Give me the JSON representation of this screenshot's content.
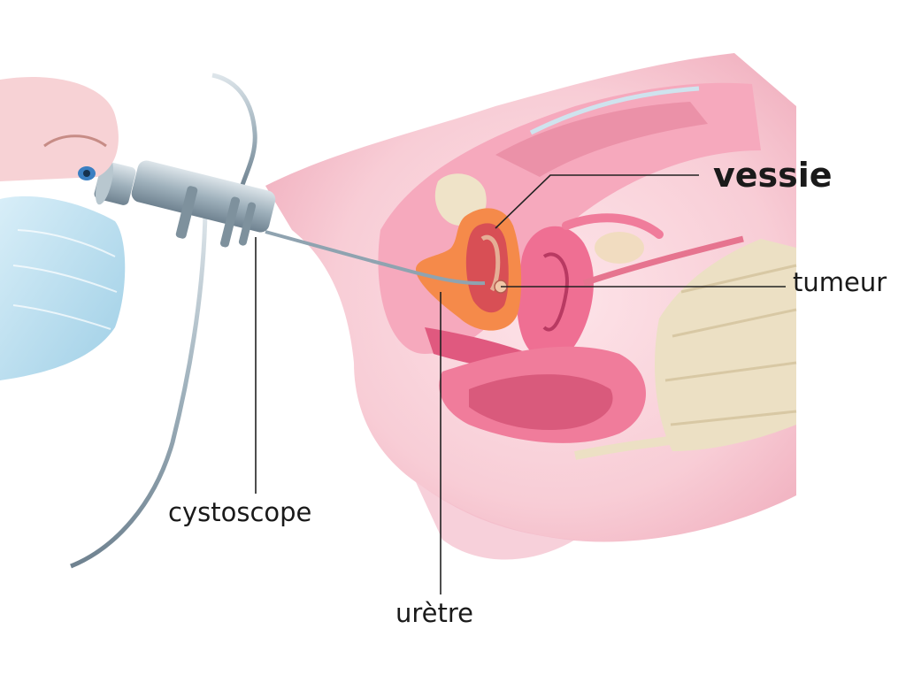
{
  "labels": {
    "vessie": "vessie",
    "tumeur": "tumeur",
    "cystoscope": "cystoscope",
    "uretre": "urètre"
  },
  "colors": {
    "skin": "#f7c9d2",
    "skin_light": "#fbdde3",
    "tissue_deep": "#ec6f8f",
    "tissue_mid": "#f29ab0",
    "bladder_outer": "#f58a4a",
    "bladder_inner": "#d84f55",
    "bone": "#e9dcc0",
    "mask": "#bfe1f1",
    "instrument": "#8fa3b0",
    "leader_line": "#222222"
  },
  "icons": {
    "instrument": "cystoscope-icon",
    "mask": "surgical-mask-icon"
  }
}
